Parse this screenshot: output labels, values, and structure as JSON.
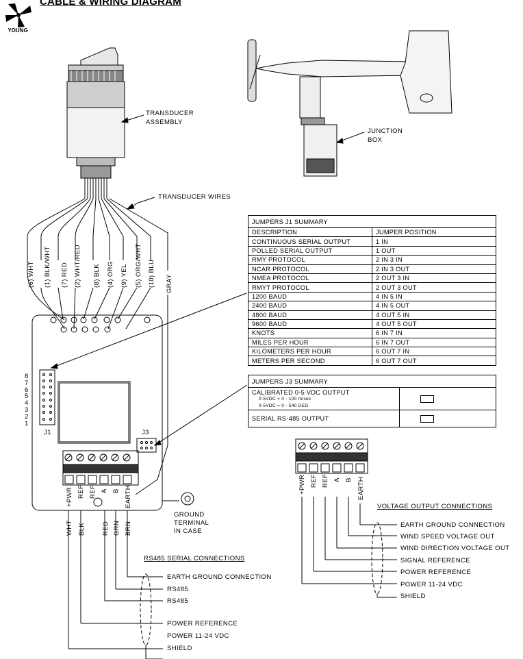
{
  "title": "CABLE & WIRING DIAGRAM",
  "logo": {
    "text": "YOUNG",
    "icon": "young-propeller-logo-icon"
  },
  "callouts": {
    "transducer_assembly": [
      "TRANSDUCER",
      "ASSEMBLY"
    ],
    "junction_box": [
      "JUNCTION",
      "BOX"
    ],
    "transducer_wires": "TRANSDUCER WIRES",
    "ground_terminal": [
      "GROUND",
      "TERMINAL",
      "IN CASE"
    ]
  },
  "transducer_wire_labels": [
    "(6) WHT",
    "(1) BLK/WHT",
    "(7) RED",
    "(2) WHT/RED",
    "(8) BLK",
    "(4) ORG",
    "(9) YEL",
    "(5) ORG/WHT",
    "(10) BLU",
    "GRAY"
  ],
  "board": {
    "j1_label": "J1",
    "j1_pin_numbers": [
      "8",
      "7",
      "6",
      "5",
      "4",
      "3",
      "2",
      "1"
    ],
    "j3_label": "J3",
    "terminal_labels": [
      "+PWR",
      "REF",
      "REF",
      "A",
      "B",
      "EARTH"
    ],
    "cable_wire_colors": [
      "WHT",
      "BLK",
      "RED",
      "GRN",
      "BRN"
    ]
  },
  "j1_summary": {
    "title": "JUMPERS J1 SUMMARY",
    "headers": [
      "DESCRIPTION",
      "JUMPER POSITION"
    ],
    "rows": [
      [
        "CONTINUOUS SERIAL OUTPUT",
        "1 IN"
      ],
      [
        "POLLED SERIAL OUTPUT",
        "1 OUT"
      ],
      [
        "RMY PROTOCOL",
        "2 IN     3 IN"
      ],
      [
        "NCAR PROTOCOL",
        "2 IN     3 OUT"
      ],
      [
        "NMEA PROTOCOL",
        "2 OUT    3 IN"
      ],
      [
        "RMYT PROTOCOL",
        "2 OUT    3 OUT"
      ],
      [
        "1200 BAUD",
        "4 IN     5 IN"
      ],
      [
        "2400 BAUD",
        "4 IN     5 OUT"
      ],
      [
        "4800 BAUD",
        "4 OUT 5 IN"
      ],
      [
        "9600 BAUD",
        "4 OUT 5 OUT"
      ],
      [
        "KNOTS",
        "6 IN     7 IN"
      ],
      [
        "MILES PER HOUR",
        "6 IN     7 OUT"
      ],
      [
        "KILOMETERS PER HOUR",
        "6 OUT 7 IN"
      ],
      [
        "METERS PER SECOND",
        "6 OUT 7 OUT"
      ]
    ]
  },
  "j3_summary": {
    "title": "JUMPERS J3 SUMMARY",
    "rows": [
      {
        "label": "CALIBRATED 0-5 VDC OUTPUT",
        "notes": [
          "0-5VDC = 0 - 100 m/sec",
          "0-5VDC = 0 - 540 DEG"
        ]
      },
      {
        "label": "SERIAL RS-485 OUTPUT",
        "notes": []
      }
    ]
  },
  "rs485": {
    "title": "RS485 SERIAL CONNECTIONS",
    "lines": [
      "EARTH GROUND CONNECTION",
      "RS485",
      "RS485",
      "POWER REFERENCE",
      "POWER 11-24 VDC",
      "SHIELD"
    ]
  },
  "voltage": {
    "title": "VOLTAGE OUTPUT CONNECTIONS",
    "terminal_labels": [
      "+PWR",
      "REF",
      "REF",
      "A",
      "B",
      "EARTH"
    ],
    "lines": [
      "EARTH GROUND CONNECTION",
      "WIND SPEED VOLTAGE OUT",
      "WIND DIRECTION VOLTAGE OUT",
      "SIGNAL REFERENCE",
      "POWER REFERENCE",
      "POWER 11-24 VDC",
      "SHIELD"
    ]
  }
}
